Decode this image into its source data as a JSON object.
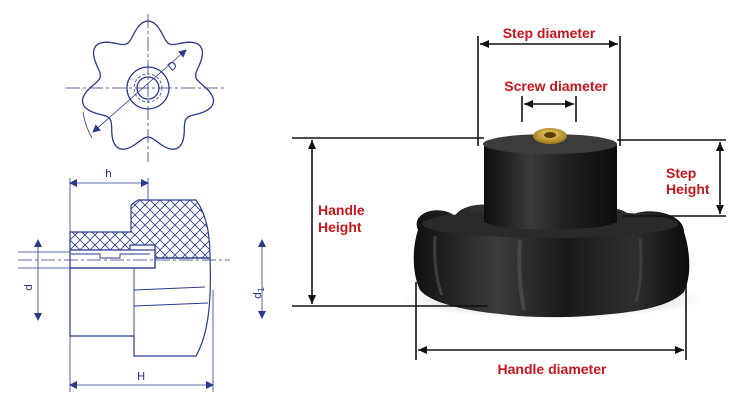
{
  "colors": {
    "accent_red": "#c8161d",
    "drawing_blue": "#2a3a8c",
    "knob_black": "#1c1c1c",
    "insert_brass": "#c9a02a"
  },
  "technical_drawing": {
    "top_view_label": "D",
    "side_view_labels": {
      "h": "h",
      "H": "H",
      "d": "d",
      "d1_main": "d",
      "d1_sub": "1"
    }
  },
  "dimension_labels": {
    "step_diameter": "Step diameter",
    "screw_diameter": "Screw diameter",
    "step_height_line1": "Step",
    "step_height_line2": "Height",
    "handle_height_line1": "Handle",
    "handle_height_line2": "Height",
    "handle_diameter": "Handle diameter"
  },
  "icons": {
    "product_photo": "star-knob-photo"
  }
}
